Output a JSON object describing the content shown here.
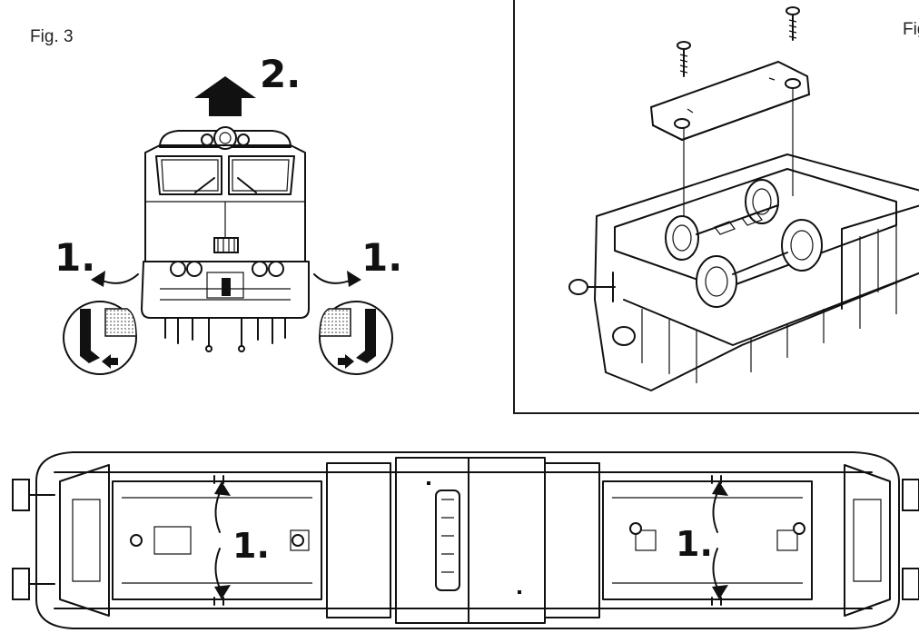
{
  "figures": {
    "fig3": {
      "label": "Fig. 3",
      "step_top": "2.",
      "step_left": "1.",
      "step_right": "1."
    },
    "fig4": {
      "label": "Fig"
    },
    "fig5": {
      "step_left": "1.",
      "step_right": "1."
    }
  },
  "colors": {
    "ink": "#111111",
    "background": "#ffffff",
    "hatch": "#9a9a9a"
  }
}
